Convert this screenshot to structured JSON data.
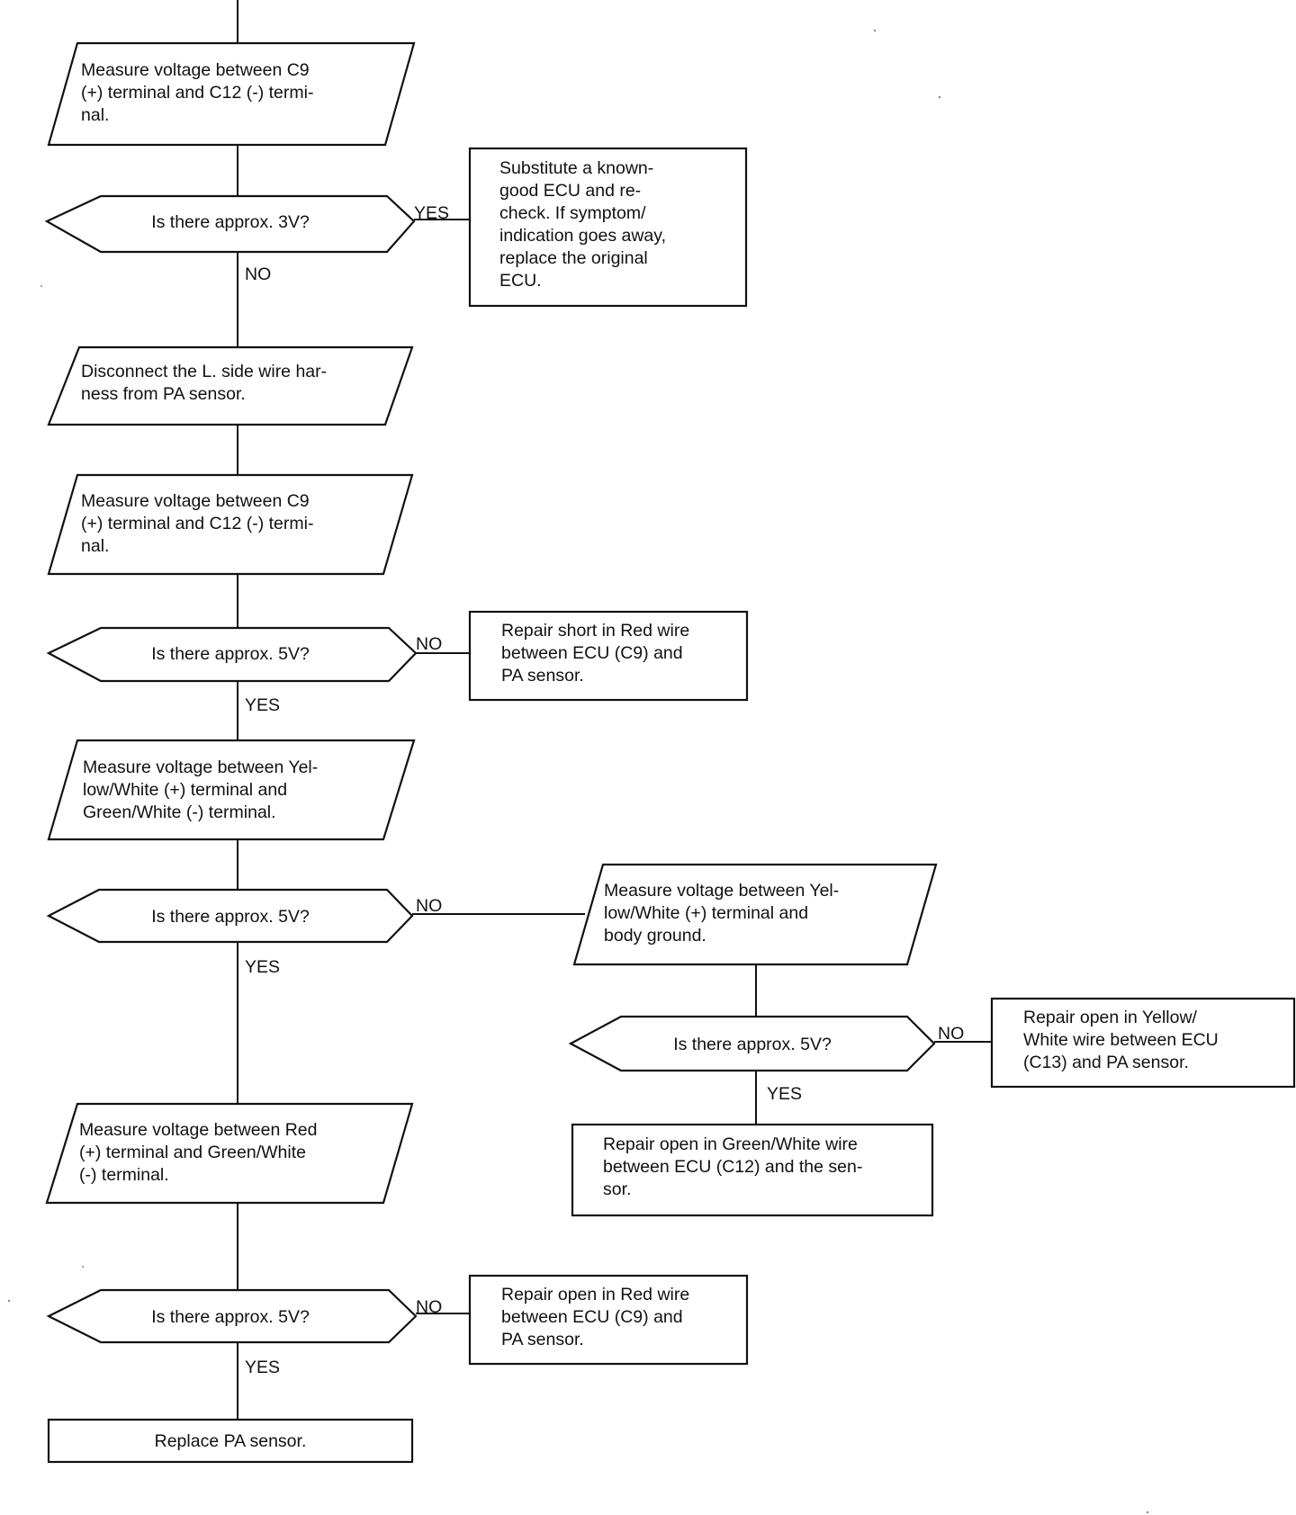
{
  "steps": {
    "measure_c9_c12_a": [
      "Measure voltage between C9",
      "(+) terminal and C12 (-) termi-",
      "nal."
    ],
    "q_3v": "Is there approx. 3V?",
    "substitute_ecu": [
      "Substitute a known-",
      "good ECU and re-",
      "check. If symptom/",
      "indication goes away,",
      "replace the original",
      "ECU."
    ],
    "disconnect_harness": [
      "Disconnect the L. side wire har-",
      "ness from PA sensor."
    ],
    "measure_c9_c12_b": [
      "Measure voltage between C9",
      "(+) terminal and C12 (-) termi-",
      "nal."
    ],
    "q_5v_a": "Is there approx. 5V?",
    "repair_short_red": [
      "Repair short in Red wire",
      "between ECU (C9) and",
      "PA sensor."
    ],
    "measure_yw_gw": [
      "Measure voltage between Yel-",
      "low/White (+) terminal and",
      "Green/White (-) terminal."
    ],
    "q_5v_b": "Is there approx. 5V?",
    "measure_yw_body": [
      "Measure voltage between Yel-",
      "low/White (+) terminal and",
      "body ground."
    ],
    "q_5v_c": "Is there approx. 5V?",
    "repair_open_yw": [
      "Repair open in Yellow/",
      "White wire between ECU",
      "(C13) and PA sensor."
    ],
    "repair_open_gw": [
      "Repair open in Green/White wire",
      "between ECU (C12) and the sen-",
      "sor."
    ],
    "measure_red_gw": [
      "Measure voltage between Red",
      "(+) terminal and Green/White",
      "(-) terminal."
    ],
    "q_5v_d": "Is there approx. 5V?",
    "repair_open_red": [
      "Repair open in Red wire",
      "between ECU (C9) and",
      "PA sensor."
    ],
    "replace_sensor": "Replace PA sensor."
  },
  "branch_labels": {
    "yes": "YES",
    "no": "NO"
  }
}
